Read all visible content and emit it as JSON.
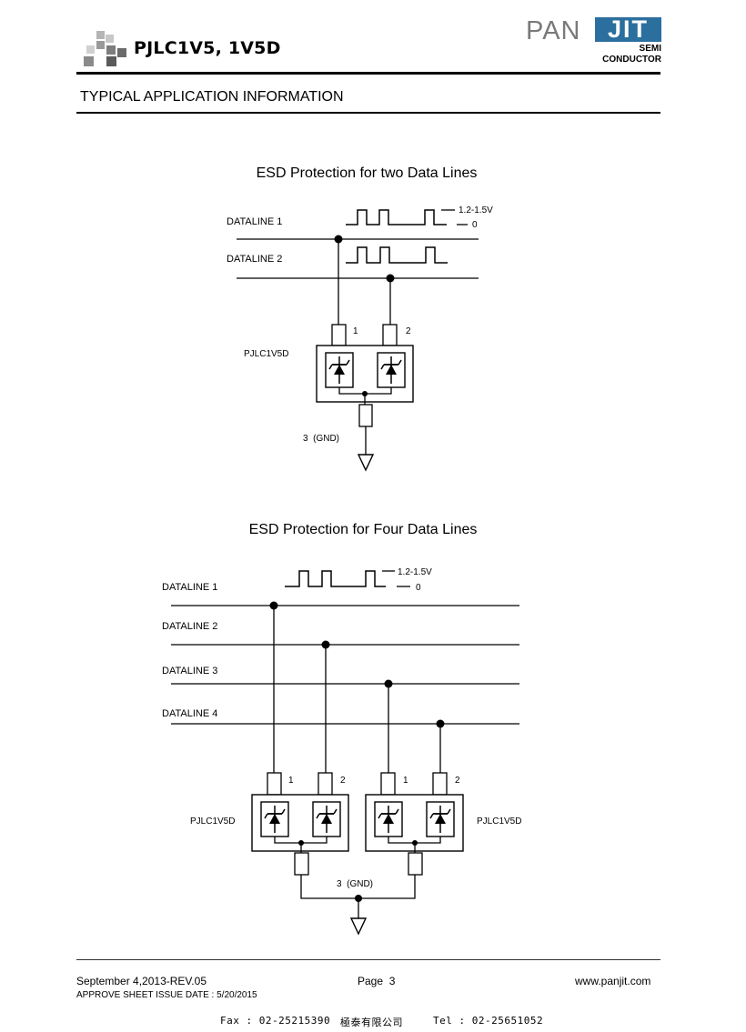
{
  "header": {
    "part_numbers": "PJLC1V5, 1V5D",
    "logo": {
      "brand_left": "PAN",
      "brand_right": "JIT",
      "line1": "SEMI",
      "line2": "CONDUCTOR",
      "accent_color": "#2b6f9e"
    }
  },
  "section_title": "TYPICAL APPLICATION INFORMATION",
  "diagram_two": {
    "title": "ESD Protection for two Data Lines",
    "line1": "DATALINE 1",
    "line2": "DATALINE 2",
    "level_high": "1.2-1.5V",
    "level_low": "0",
    "device": "PJLC1V5D",
    "pin1": "1",
    "pin2": "2",
    "gnd": "3  (GND)"
  },
  "diagram_four": {
    "title": "ESD Protection for Four Data Lines",
    "line1": "DATALINE 1",
    "line2": "DATALINE 2",
    "line3": "DATALINE 3",
    "line4": "DATALINE 4",
    "level_high": "1.2-1.5V",
    "level_low": "0",
    "device_left": "PJLC1V5D",
    "device_right": "PJLC1V5D",
    "pin1": "1",
    "pin2": "2",
    "gnd": "3  (GND)"
  },
  "footer": {
    "date_rev": "September 4,2013-REV.05",
    "approve": "APPROVE SHEET ISSUE DATE : 5/20/2015",
    "page": "Page  3",
    "website": "www.panjit.com",
    "fax": "Fax : 02-25215390",
    "company": "極泰有限公司",
    "tel": "Tel : 02-25651052"
  }
}
